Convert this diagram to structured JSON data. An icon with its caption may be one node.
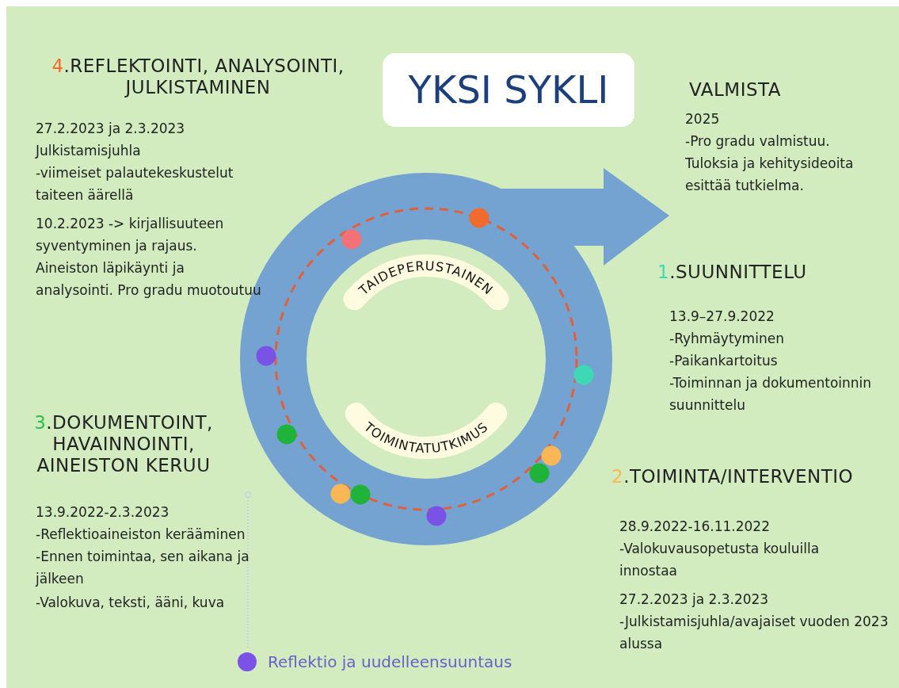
{
  "diagram": {
    "title": "YKSI SYKLI",
    "labels": [
      "4.REFLEKTOINTI, ANALYSOINTI, JULKISTAMINEN",
      "27.2.2023 ja 2.3.2023",
      "Julkistamisjuhla",
      "-viimeiset palautekeskustelut taiteen äärellä",
      "10.2.2023 -> kirjallisuuteen syventyminen ja rajaus. Aineiston läpikäynti ja analysointi. Pro gradu muotoutuu",
      "VALMISTA",
      "2025",
      "-Pro gradu valmistuu. Tuloksia ja kehitysideoita esittää tutkielma.",
      "1.SUUNNITTELU",
      "13.9–27.9.2022",
      "-Ryhmäytyminen",
      "-Paikankartoitus",
      "-Toiminnan ja dokumentoinnin suunnittelu",
      "3.DOKUMENTOINT, HAVAINNOINTI, AINEISTON KERUU",
      "13.9.2022-2.3.2023",
      "-Reflektioaineiston kerääminen",
      "-Ennen toimintaa, sen aikana ja jälkeen",
      "-Valokuva, teksti, ääni, kuva",
      "2.TOIMINTA/INTERVENTIO",
      "28.9.2022-16.11.2022",
      "-Valokuvausopetusta kouluilla innostaa",
      "27.2.2023 ja 2.3.2023",
      "-Julkistamisjuhla/avajaiset vuoden 2023 alussa",
      "TAIDEPERUSTAINEN",
      "TOIMINTATUTKIMUS"
    ],
    "legend": [
      {
        "text": "Reflektio ja uudelleensuuntaus",
        "color": "#7b52e6"
      }
    ]
  }
}
